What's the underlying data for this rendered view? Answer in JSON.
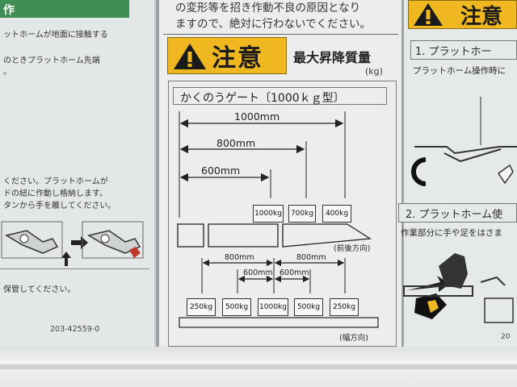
{
  "left_panel": {
    "header": "作",
    "lines": [
      "ットホームが地面に接触する",
      "のときプラットホーム先端",
      "。",
      "ください。プラットホームが",
      "ドの紐に作動し格納します。",
      "タンから手を離してください。",
      "保管してください。"
    ],
    "code": "203-42559-0"
  },
  "center_panel": {
    "top_warning_lines": [
      "の変形等を招き作動不良の原因となり",
      "ますので、絶対に行わないでください。"
    ],
    "caution_label": "注意",
    "capacity_title": "最大昇降質量",
    "capacity_unit": "(kg)",
    "gate_title": "かくのうゲート〔1000ｋｇ型〕",
    "longitudinal": {
      "dimensions": [
        "1000mm",
        "800mm",
        "600mm"
      ],
      "weights": [
        "1000kg",
        "700kg",
        "400kg"
      ],
      "direction": "(前後方向)"
    },
    "lateral": {
      "dimensions_outer": [
        "800mm",
        "800mm"
      ],
      "dimensions_inner": [
        "600mm",
        "600mm"
      ],
      "weights": [
        "250kg",
        "500kg",
        "1000kg",
        "500kg",
        "250kg"
      ],
      "direction": "(幅方向)"
    }
  },
  "right_panel": {
    "caution_label": "注意",
    "step1_title": "1. プラットホー",
    "step1_text": "プラットホーム操作時に",
    "step2_title": "2. プラットホーム使",
    "step2_text": "作業部分に手や足をはさま",
    "code_fragment": "20"
  },
  "colors": {
    "caution_yellow": "#f0b820",
    "header_green": "#3e8e56"
  }
}
